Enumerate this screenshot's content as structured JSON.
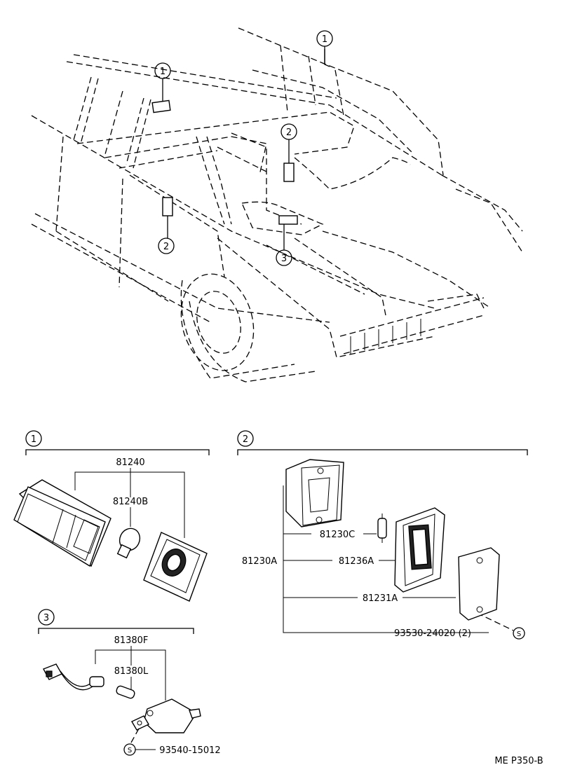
{
  "callouts": {
    "c1a": "1",
    "c1b": "1",
    "c2a": "2",
    "c2b": "2",
    "c3": "3",
    "sec1": "1",
    "sec2": "2",
    "sec3": "3"
  },
  "section1": {
    "assy": "81240",
    "bulb": "81240B"
  },
  "section2": {
    "assy": "81230A",
    "bulb": "81230C",
    "housing": "81236A",
    "lens": "81231A",
    "screw": "93530-24020 (2)",
    "screw_symbol": "S"
  },
  "section3": {
    "assy": "81380F",
    "bulb": "81380L",
    "screw": "93540-15012",
    "screw_symbol": "S"
  },
  "footer": {
    "code": "ME P350-B"
  }
}
